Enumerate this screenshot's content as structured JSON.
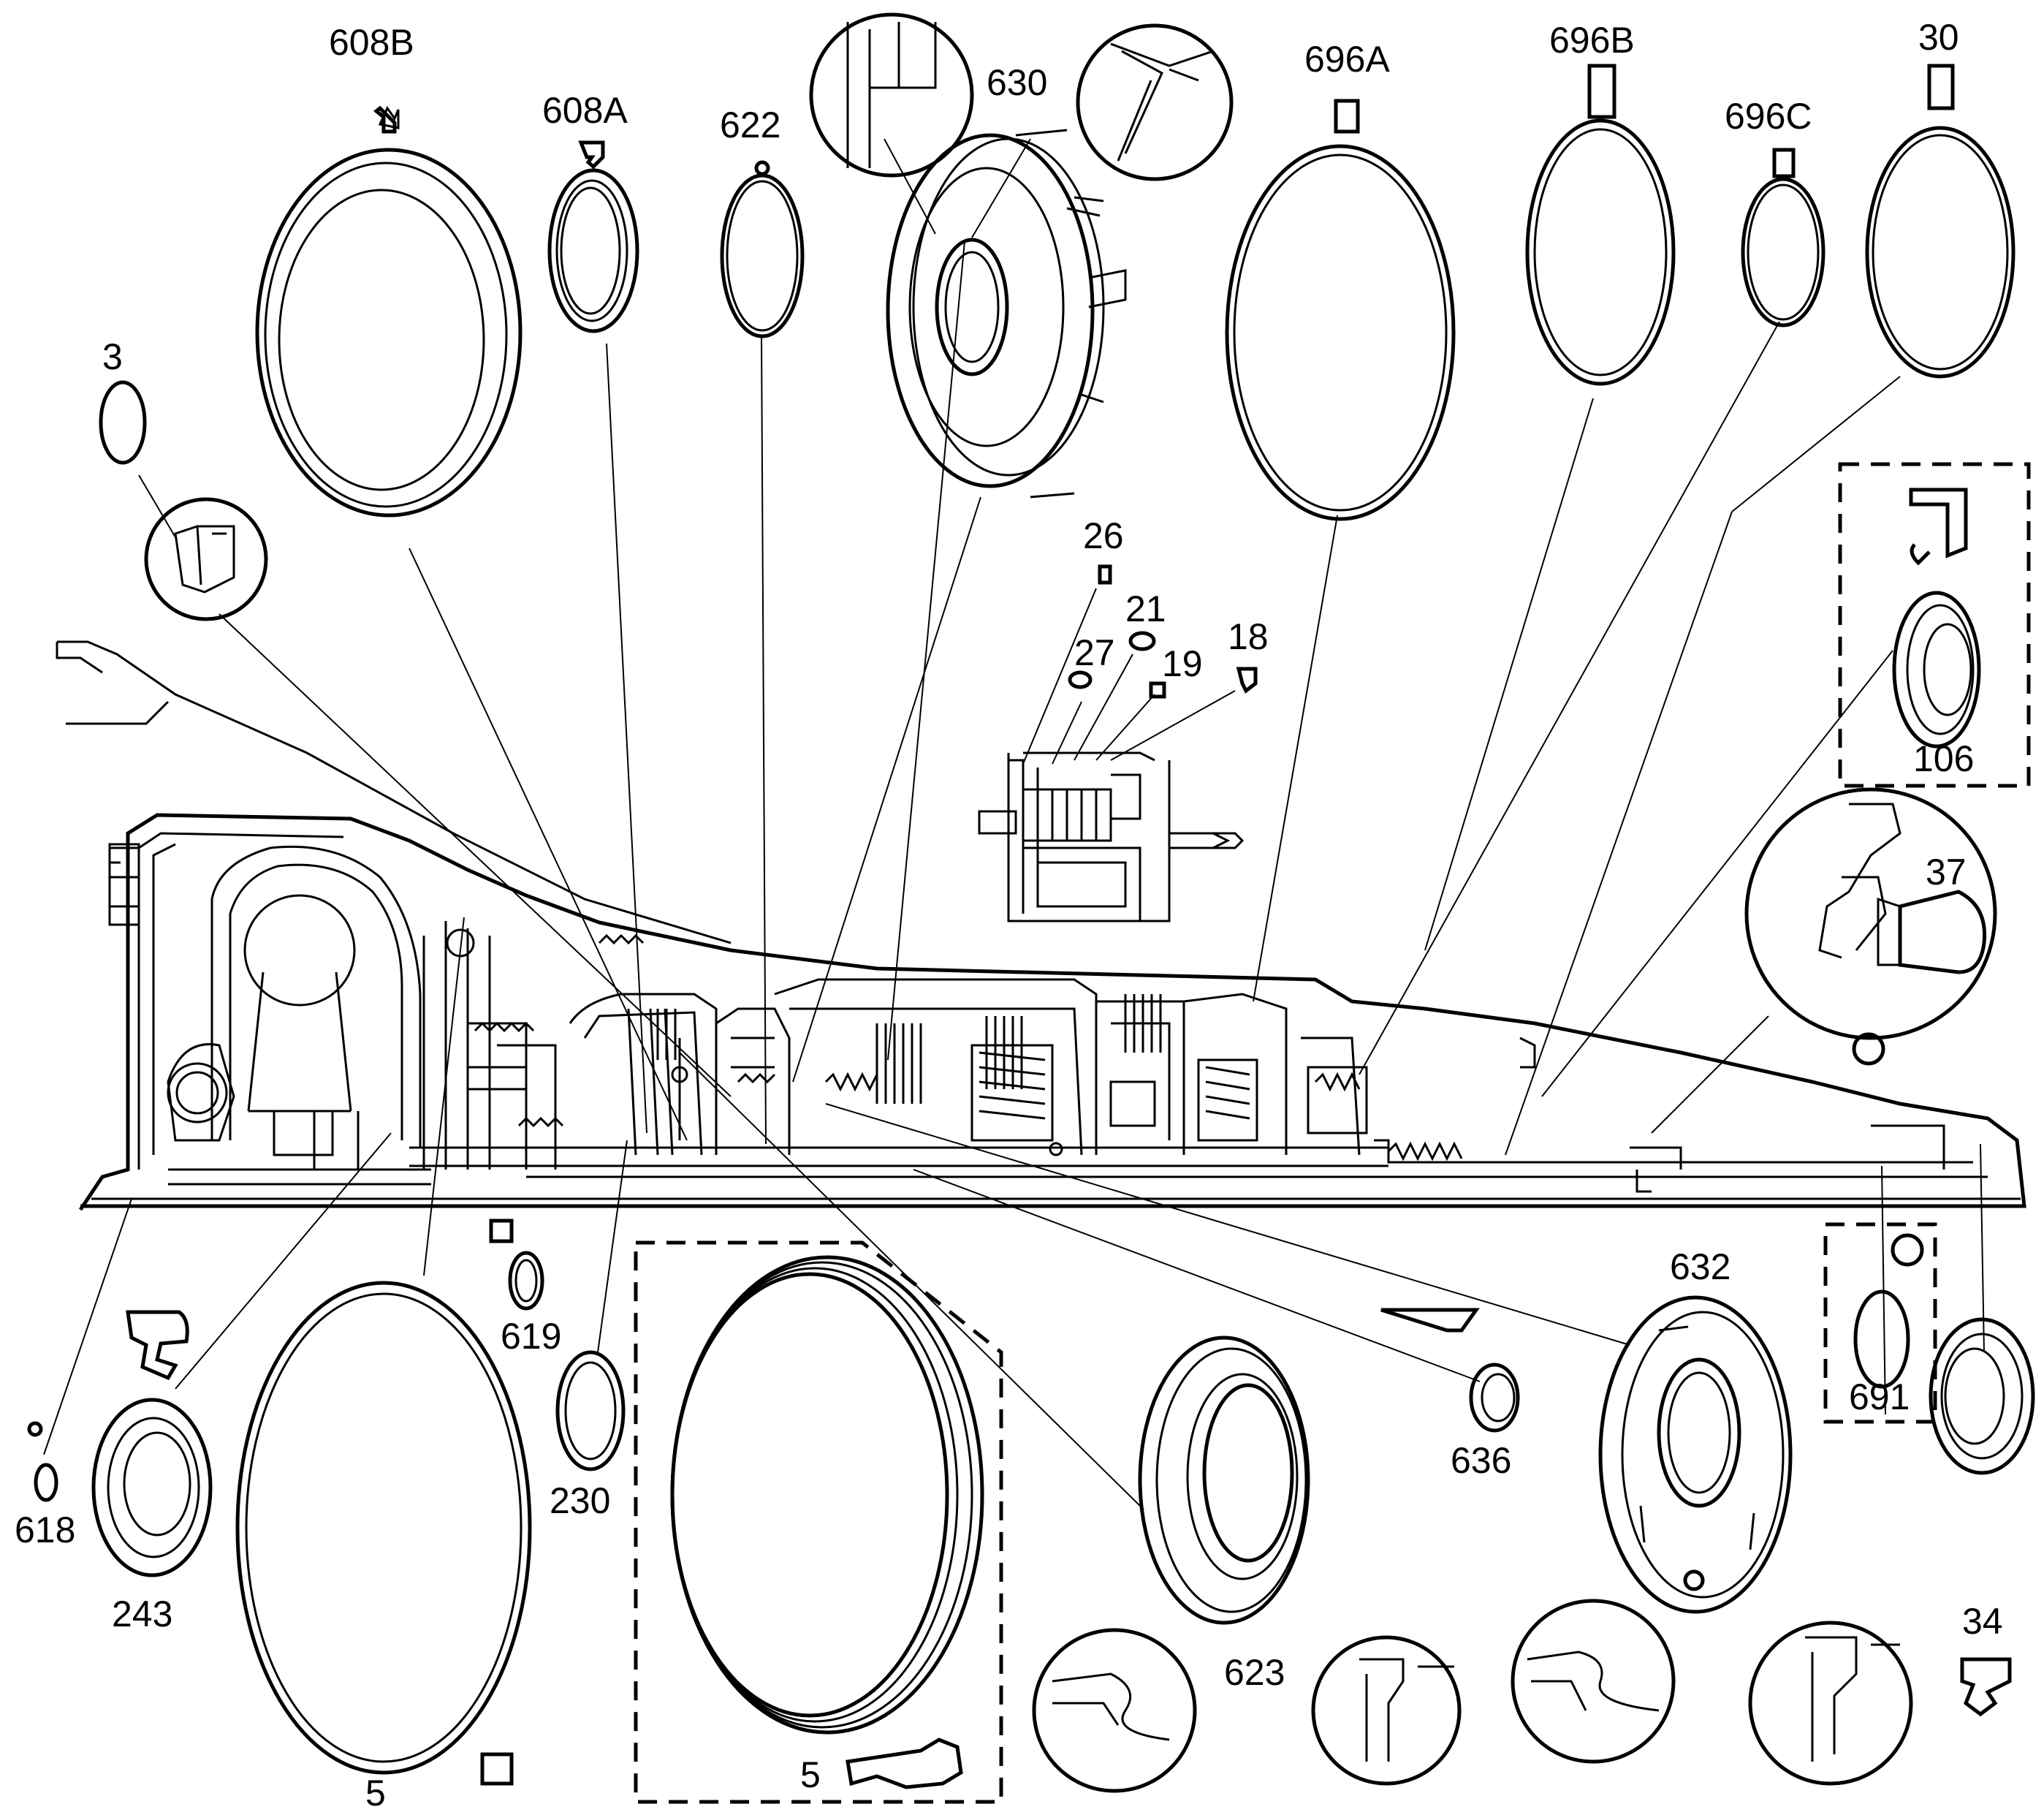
{
  "diagram": {
    "callouts": [
      {
        "id": "608B",
        "label": "608B"
      },
      {
        "id": "608A",
        "label": "608A"
      },
      {
        "id": "622",
        "label": "622"
      },
      {
        "id": "630",
        "label": "630"
      },
      {
        "id": "696A",
        "label": "696A"
      },
      {
        "id": "696B",
        "label": "696B"
      },
      {
        "id": "696C",
        "label": "696C"
      },
      {
        "id": "30",
        "label": "30"
      },
      {
        "id": "3",
        "label": "3"
      },
      {
        "id": "26",
        "label": "26"
      },
      {
        "id": "21",
        "label": "21"
      },
      {
        "id": "27",
        "label": "27"
      },
      {
        "id": "19",
        "label": "19"
      },
      {
        "id": "18",
        "label": "18"
      },
      {
        "id": "106",
        "label": "106"
      },
      {
        "id": "37",
        "label": "37"
      },
      {
        "id": "619",
        "label": "619"
      },
      {
        "id": "618",
        "label": "618"
      },
      {
        "id": "243",
        "label": "243"
      },
      {
        "id": "230",
        "label": "230"
      },
      {
        "id": "5a",
        "label": "5"
      },
      {
        "id": "5b",
        "label": "5"
      },
      {
        "id": "623",
        "label": "623"
      },
      {
        "id": "636",
        "label": "636"
      },
      {
        "id": "632",
        "label": "632"
      },
      {
        "id": "691",
        "label": "691"
      },
      {
        "id": "34",
        "label": "34"
      }
    ]
  }
}
